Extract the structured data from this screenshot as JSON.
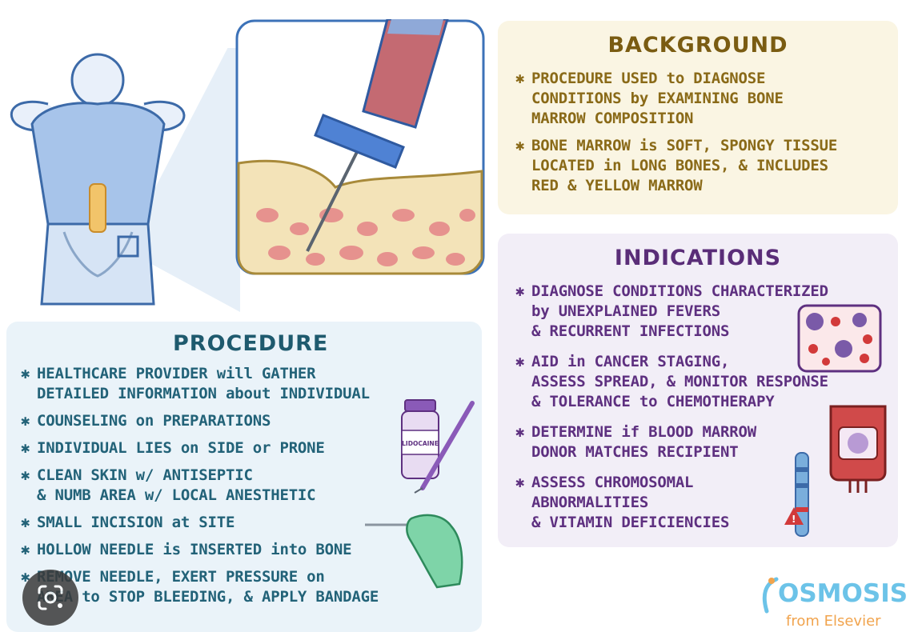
{
  "colors": {
    "background_panel": "#faf5e3",
    "background_title": "#7a5c12",
    "indications_panel": "#f2eef7",
    "indications_title": "#5a2d78",
    "procedure_panel": "#eaf3f9",
    "procedure_title": "#1e5a6e"
  },
  "background": {
    "title": "BACKGROUND",
    "items": [
      [
        "PROCEDURE USED to DIAGNOSE",
        "CONDITIONS by EXAMINING BONE",
        "MARROW COMPOSITION"
      ],
      [
        "BONE MARROW is SOFT, SPONGY TISSUE",
        "LOCATED in LONG BONES, & INCLUDES",
        "RED & YELLOW MARROW"
      ]
    ]
  },
  "indications": {
    "title": "INDICATIONS",
    "items": [
      [
        "DIAGNOSE CONDITIONS CHARACTERIZED",
        "by UNEXPLAINED FEVERS",
        "& RECURRENT INFECTIONS"
      ],
      [
        "AID in CANCER STAGING,",
        "ASSESS SPREAD, & MONITOR RESPONSE",
        "& TOLERANCE to CHEMOTHERAPY"
      ],
      [
        "DETERMINE if BLOOD MARROW",
        "DONOR MATCHES RECIPIENT"
      ],
      [
        "ASSESS CHROMOSOMAL",
        "ABNORMALITIES",
        "& VITAMIN DEFICIENCIES"
      ]
    ]
  },
  "procedure": {
    "title": "PROCEDURE",
    "items": [
      [
        "HEALTHCARE PROVIDER will GATHER",
        "DETAILED INFORMATION about INDIVIDUAL"
      ],
      [
        "COUNSELING on PREPARATIONS"
      ],
      [
        "INDIVIDUAL LIES on SIDE or PRONE"
      ],
      [
        "CLEAN SKIN w/ ANTISEPTIC",
        "& NUMB AREA w/ LOCAL ANESTHETIC"
      ],
      [
        "SMALL INCISION at SITE"
      ],
      [
        "HOLLOW NEEDLE is INSERTED into BONE"
      ],
      [
        "REMOVE NEEDLE, EXERT PRESSURE on",
        "AREA to STOP BLEEDING, & APPLY BANDAGE"
      ]
    ]
  },
  "vial_label": "LIDOCAINE",
  "logo": {
    "name": "OSMOSIS",
    "sub": "from Elsevier"
  },
  "icons": {
    "bullet": "asterisk-icon",
    "lens": "camera-lens-icon"
  }
}
